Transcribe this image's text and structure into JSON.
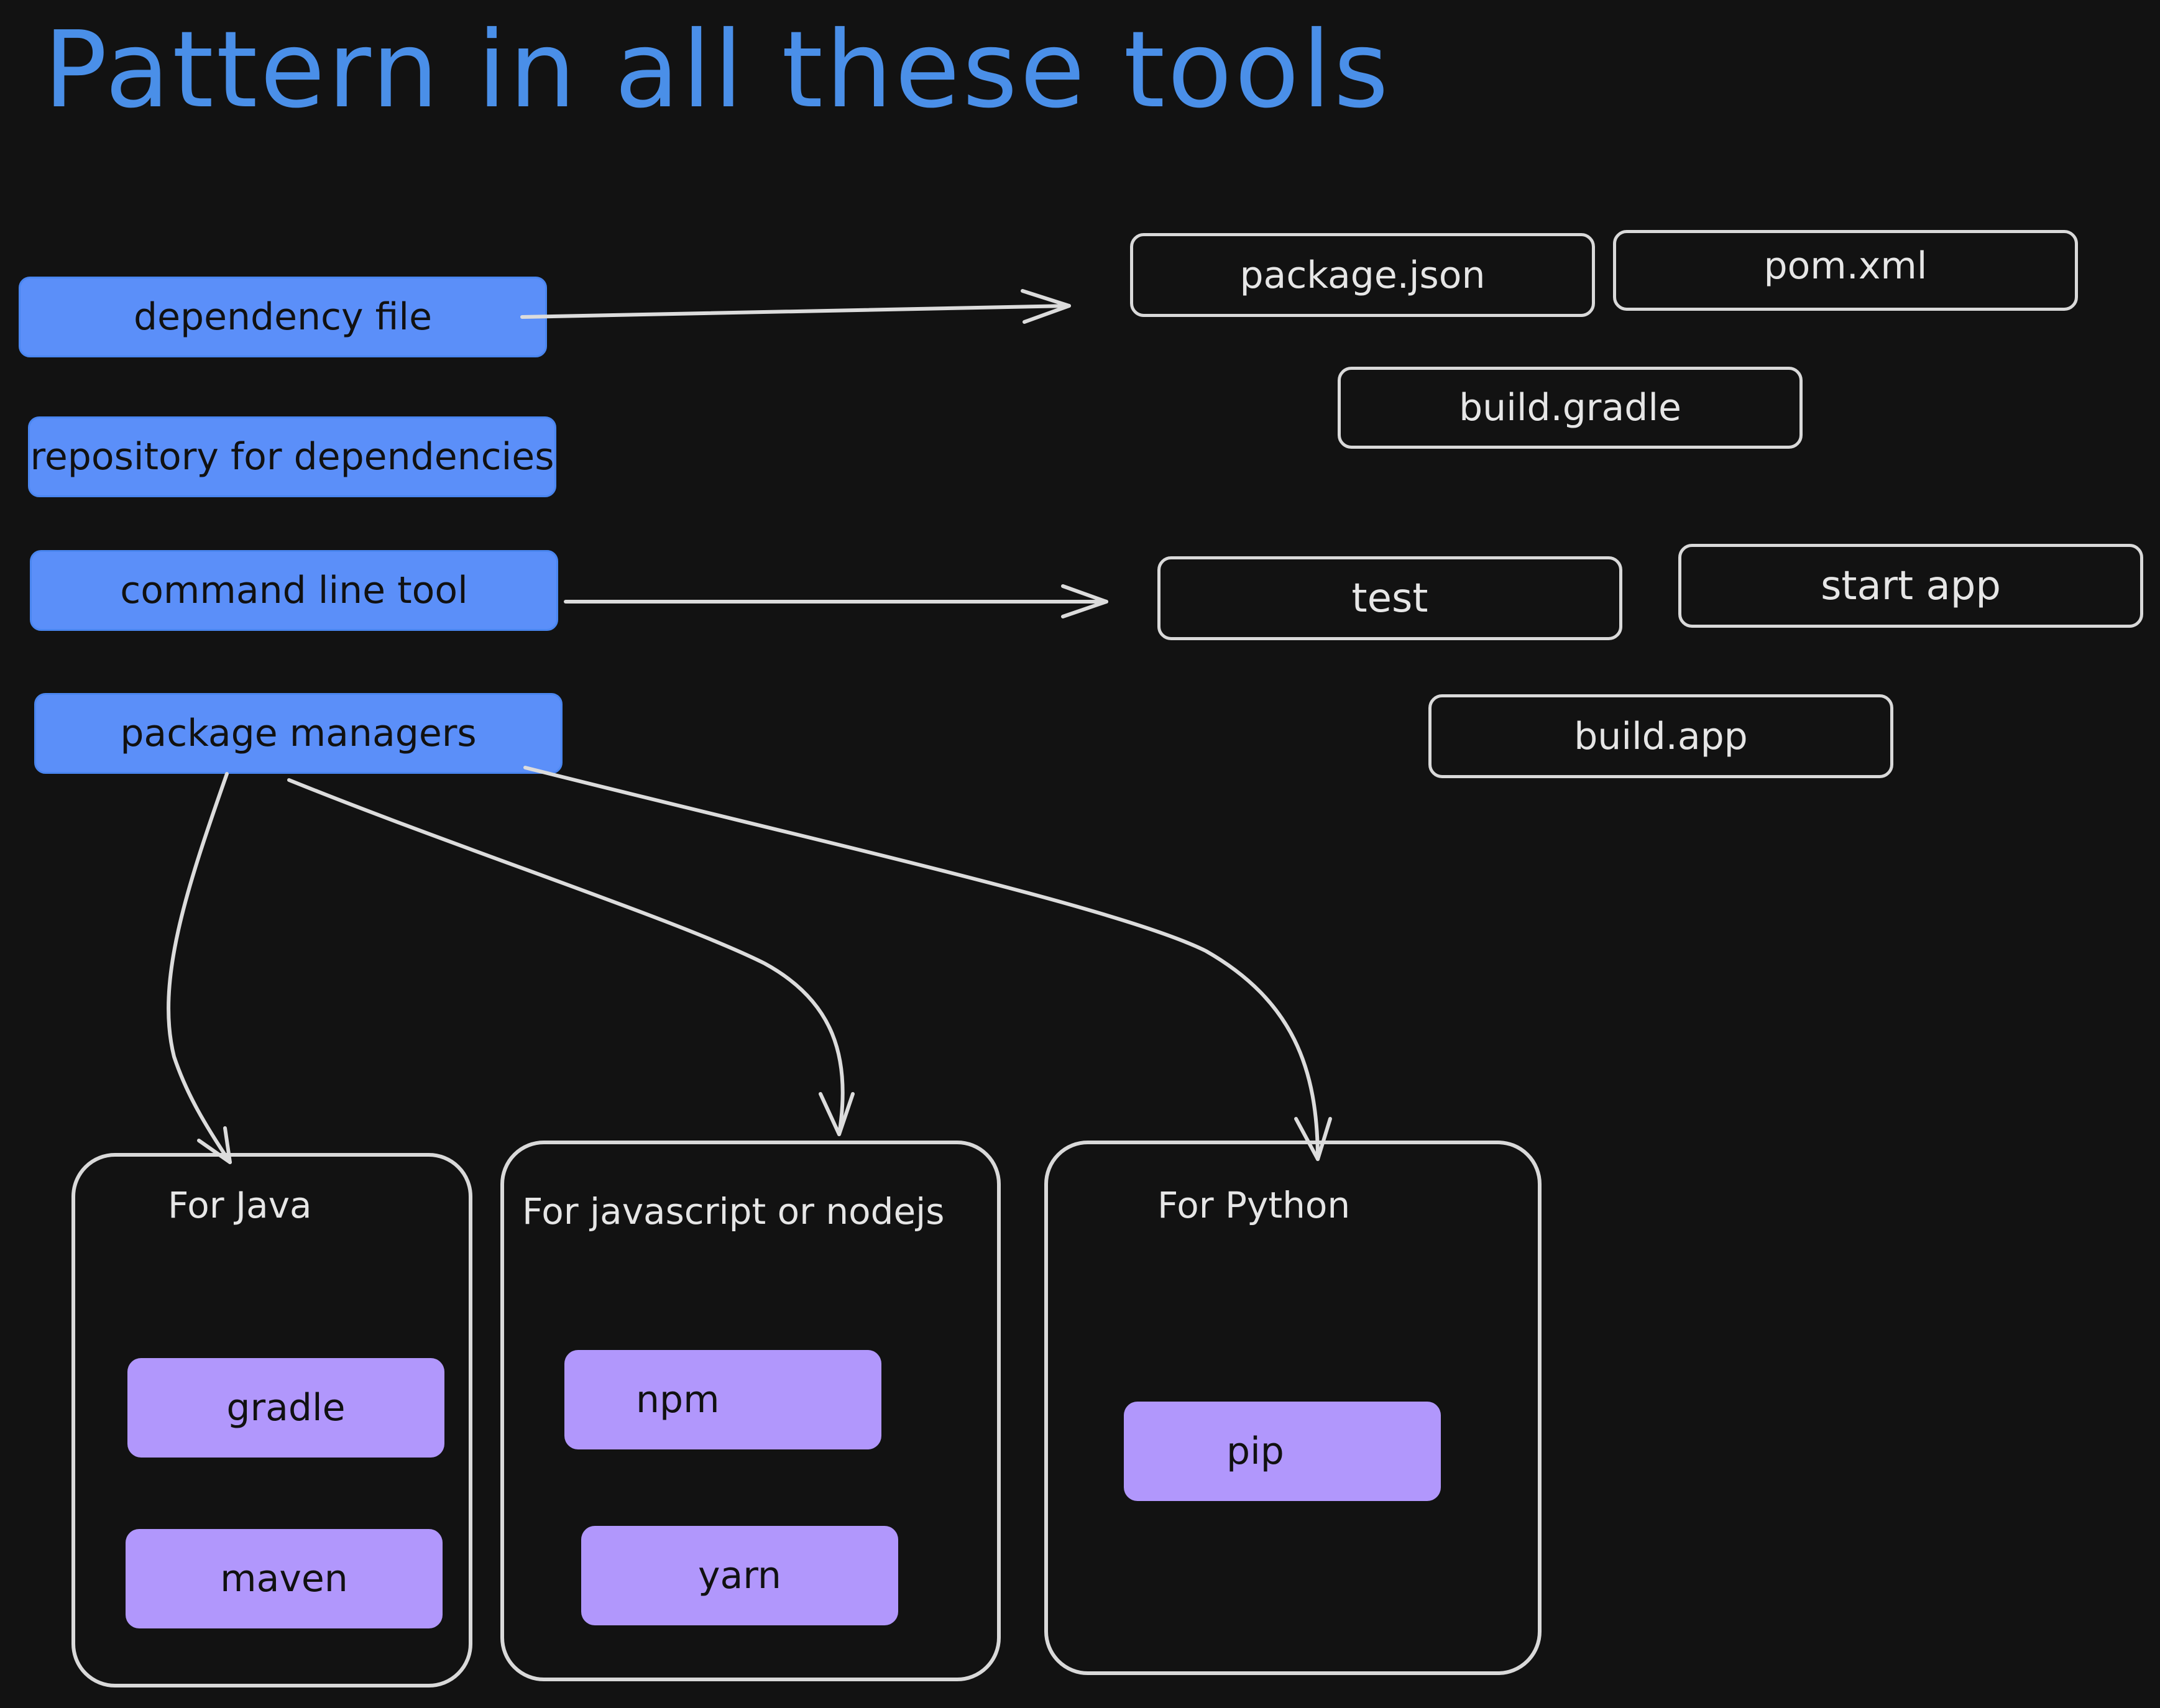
{
  "title": "Pattern in all these tools",
  "colors": {
    "background": "#121212",
    "title": "#4a8fe8",
    "concept_fill": "#5b8ff9",
    "tool_fill": "#b197fc",
    "outline": "#d9d9d9"
  },
  "concepts": [
    {
      "label": "dependency file"
    },
    {
      "label": "repository for dependencies"
    },
    {
      "label": "command line tool"
    },
    {
      "label": "package managers"
    }
  ],
  "dependency_files": [
    "package.json",
    "pom.xml",
    "build.gradle"
  ],
  "commands": [
    "test",
    "start app",
    "build.app"
  ],
  "groups": [
    {
      "label": "For Java",
      "tools": [
        "gradle",
        "maven"
      ]
    },
    {
      "label": "For javascript or nodejs",
      "tools": [
        "npm",
        "yarn"
      ]
    },
    {
      "label": "For Python",
      "tools": [
        "pip"
      ]
    }
  ]
}
